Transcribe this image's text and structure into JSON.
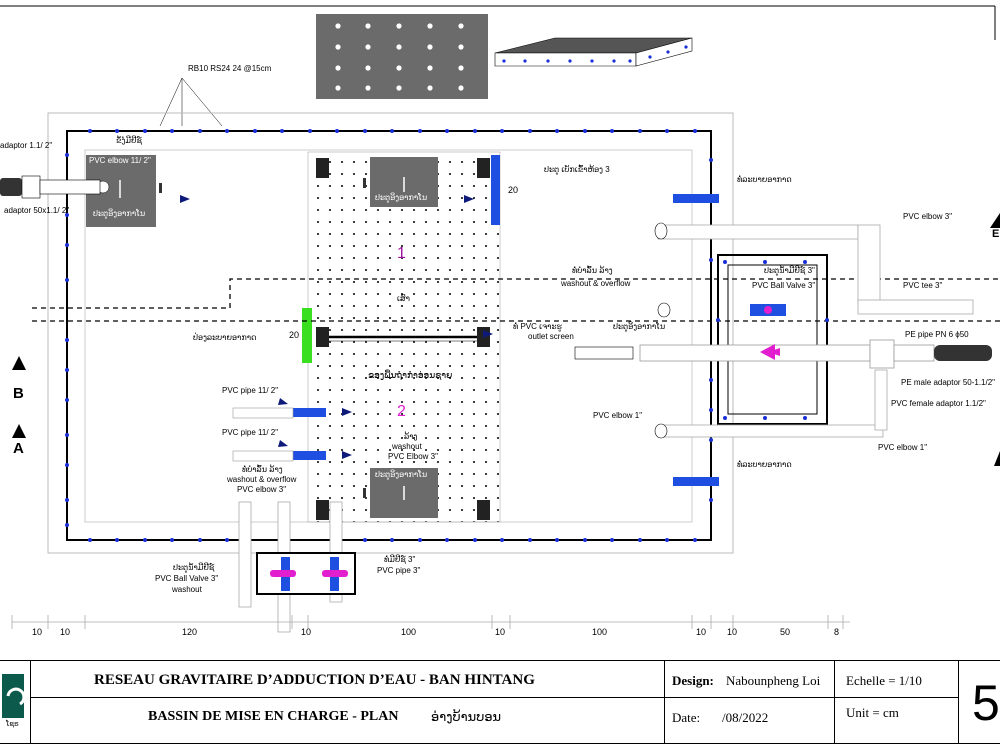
{
  "top_note": "RB10 RS24 24 @15cm",
  "labels": {
    "adaptor_left_1": "adaptor  1.1/ 2\"",
    "adaptor_left_2": "adaptor  50x1.1/ 2\"",
    "pvc_elbow_112": "PVC  elbow  11/ 2\"",
    "inlet_lao": "ຂໍ້ງໍມີຢີຊ໌",
    "box_lao": "ປະຕູອິງອາກາໂນ",
    "door_note": "ປະຕູ ເບັກເຂົ້າຫ້ອງ 3",
    "dim_20_top": "20",
    "dim_20_left": "20",
    "left_vent": "ປ່ອງລະບາຍອາກາດ",
    "center_label": "ເສົາ",
    "separator": "ຂອງພື້ນຖຳກຳອ່ອນຊາຍ",
    "chamber_1": "1",
    "chamber_2": "2",
    "pvc_pipe_1": "PVC  pipe  11/ 2\"",
    "pvc_pipe_2": "PVC  pipe  11/ 2\"",
    "washout_lao_left": "ທໍ່ບໍາລົ້ນ ລ້າງ",
    "washout_left": "washout & overflow",
    "pvc_elbow_3_left": "PVC  elbow  3\"",
    "washout_center_lao": "ລ້າງ",
    "washout_center": "washout",
    "pvc_elbow_center": "PVC  Elbow  3\"",
    "vent_right_top": "ທໍ່ລະບາຍອາກາດ",
    "vent_right_bottom": "ທໍ່ລະບາຍອາກາດ",
    "pvc_elbow_3_right": "PVC  elbow  3\"",
    "washout_lao_right": "ທໍ່ບໍາລົ້ນ ລ້າງ",
    "washout_right": "washout & overflow",
    "valve_lao_right": "ປະຕູນ້ຳມີຢີຊ໌ 3\"",
    "ball_valve_right": "PVC  Ball  Valve  3\"",
    "pvc_tee": "PVC  tee  3\"",
    "outlet_lao": "ທໍ່ PVC ເຈາະຮູ",
    "outlet_screen": "outlet screen",
    "box_lao_right": "ປະຕູອິງອາກາໂນ",
    "pe_pipe": "PE  pipe  PN  6  ϕ50",
    "pe_adaptor": "PE male adaptor 50-1.1/2\"",
    "pvc_female": "PVC female adaptor 1.1/2\"",
    "pvc_elbow_1_a": "PVC elbow 1\"",
    "pvc_elbow_1_b": "PVC  elbow  1\"",
    "valve_lao_bottom": "ປະຕູນ້ຳມີຢີຊ໌",
    "ball_valve_bottom": "PVC Ball Valve  3\"",
    "washout_bottom": "washout",
    "tee_lao_bottom": "ທໍ່ມີຢີຊ໌  3\"",
    "pvc_pipe_3": "PVC  pipe  3\"",
    "sec_b": "B",
    "sec_a": "A",
    "sec_e": "E"
  },
  "dimensions": [
    "10",
    "10",
    "120",
    "10",
    "100",
    "10",
    "100",
    "10",
    "10",
    "50",
    "8"
  ],
  "title_block": {
    "project": "RESEAU GRAVITAIRE D’ADDUCTION D’EAU -  BAN HINTANG",
    "drawing": "BASSIN DE MISE EN CHARGE - PLAN",
    "drawing_lao": "ອ່າງບ້ານບອນ",
    "design_label": "Design:",
    "designer": "Nabounpheng Loi",
    "scale": "Echelle = 1/10",
    "date_label": "Date:",
    "date": "/08/2022",
    "unit": "Unit = cm",
    "sheet": "5",
    "logo_text": "ໂຊຣ"
  },
  "colors": {
    "line": "#000000",
    "rebar_dot": "#1a2fd6",
    "pipe_blue": "#1f4fe0",
    "green": "#3adf1f",
    "magenta": "#e21fcf",
    "purple_text": "#9c0f9c",
    "grey_box": "#6b6b6b",
    "navy_arrow": "#0d1a7a"
  }
}
